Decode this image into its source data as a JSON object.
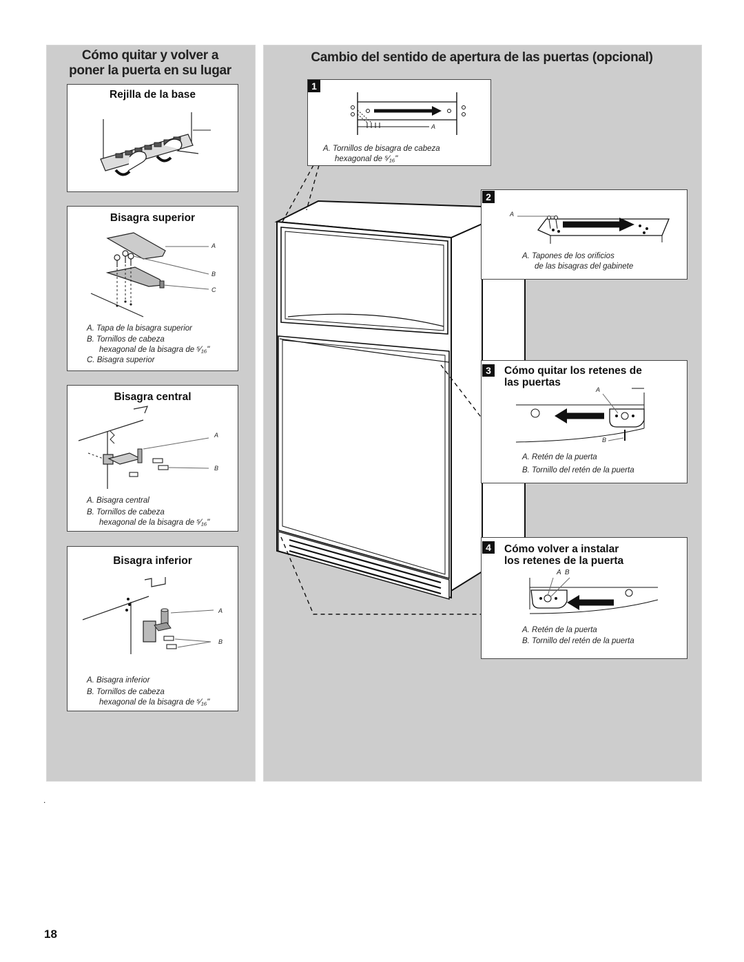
{
  "left_panel": {
    "title_line1": "Cómo quitar y volver a",
    "title_line2": "poner la puerta en su lugar",
    "base_grille": {
      "title": "Rejilla de la base"
    },
    "top_hinge": {
      "title": "Bisagra superior",
      "labels": [
        "A",
        "B",
        "C"
      ],
      "captions": [
        "A. Tapa de la bisagra superior",
        "B. Tornillos de cabeza",
        "hexagonal de la bisagra de ⁵⁄₁₆\"",
        "C. Bisagra superior"
      ]
    },
    "center_hinge": {
      "title": "Bisagra central",
      "labels": [
        "A",
        "B"
      ],
      "captions": [
        "A. Bisagra central",
        "B. Tornillos de cabeza",
        "hexagonal de la bisagra de ⁵⁄₁₆\""
      ]
    },
    "bottom_hinge": {
      "title": "Bisagra inferior",
      "labels": [
        "A",
        "B"
      ],
      "captions": [
        "A. Bisagra inferior",
        "B. Tornillos de cabeza",
        "hexagonal de la bisagra de ⁵⁄₁₆\""
      ]
    }
  },
  "right_panel": {
    "title": "Cambio del sentido de apertura de las puertas (opcional)",
    "step1": {
      "number": "1",
      "label": "A",
      "captions": [
        "A. Tornillos de bisagra de cabeza",
        "hexagonal de ⁵⁄₁₆\""
      ]
    },
    "step2": {
      "number": "2",
      "label": "A",
      "captions": [
        "A. Tapones de los orificios",
        "de las bisagras del gabinete"
      ]
    },
    "step3": {
      "number": "3",
      "title_line1": "Cómo quitar los retenes de",
      "title_line2": "las puertas",
      "labels": [
        "A",
        "B"
      ],
      "captions": [
        "A. Retén de la puerta",
        "B. Tornillo del retén de la puerta"
      ]
    },
    "step4": {
      "number": "4",
      "title_line1": "Cómo volver a instalar",
      "title_line2": "los retenes de la puerta",
      "labels": "A  B",
      "captions": [
        "A. Retén de la puerta",
        "B. Tornillo del retén de la puerta"
      ]
    }
  },
  "footer": {
    "dot": ".",
    "page_number": "18"
  }
}
